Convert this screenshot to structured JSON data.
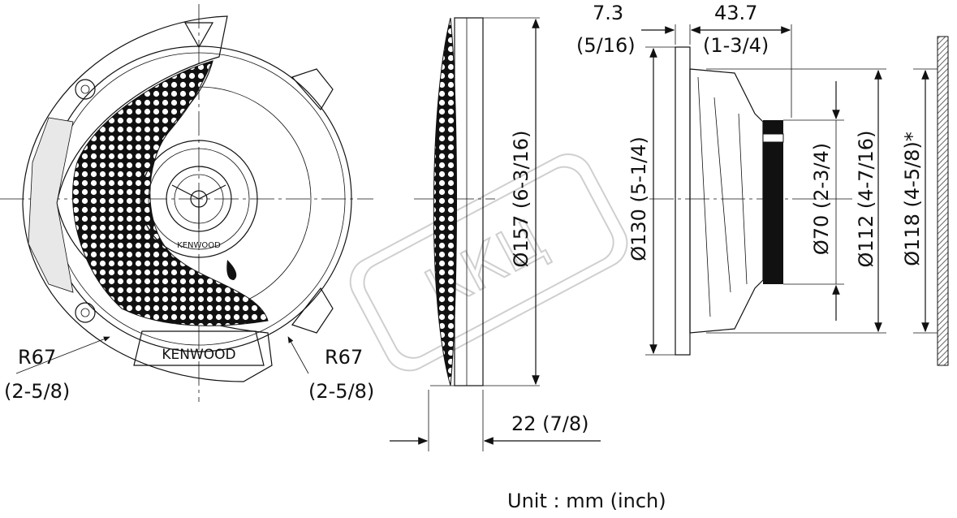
{
  "front_view": {
    "brand_label": "KENWOOD",
    "cap_brand_label": "KENWOOD",
    "radius_left": {
      "value": "R67",
      "inch": "(2-5/8)"
    },
    "radius_right": {
      "value": "R67",
      "inch": "(2-5/8)"
    }
  },
  "side_view": {
    "diameter_label": "Ø157 (6-3/16)",
    "depth_label": "22 (7/8)"
  },
  "profile_view": {
    "flange_thickness": {
      "value": "7.3",
      "inch": "(5/16)"
    },
    "mount_depth": {
      "value": "43.7",
      "inch": "(1-3/4)"
    },
    "diameter_130": "Ø130 (5-1/4)",
    "diameter_70": "Ø70 (2-3/4)",
    "diameter_112": "Ø112 (4-7/16)",
    "diameter_118": "Ø118 (4-5/8)*"
  },
  "unit_note": "Unit : mm (inch)",
  "watermark": "ККЦ"
}
